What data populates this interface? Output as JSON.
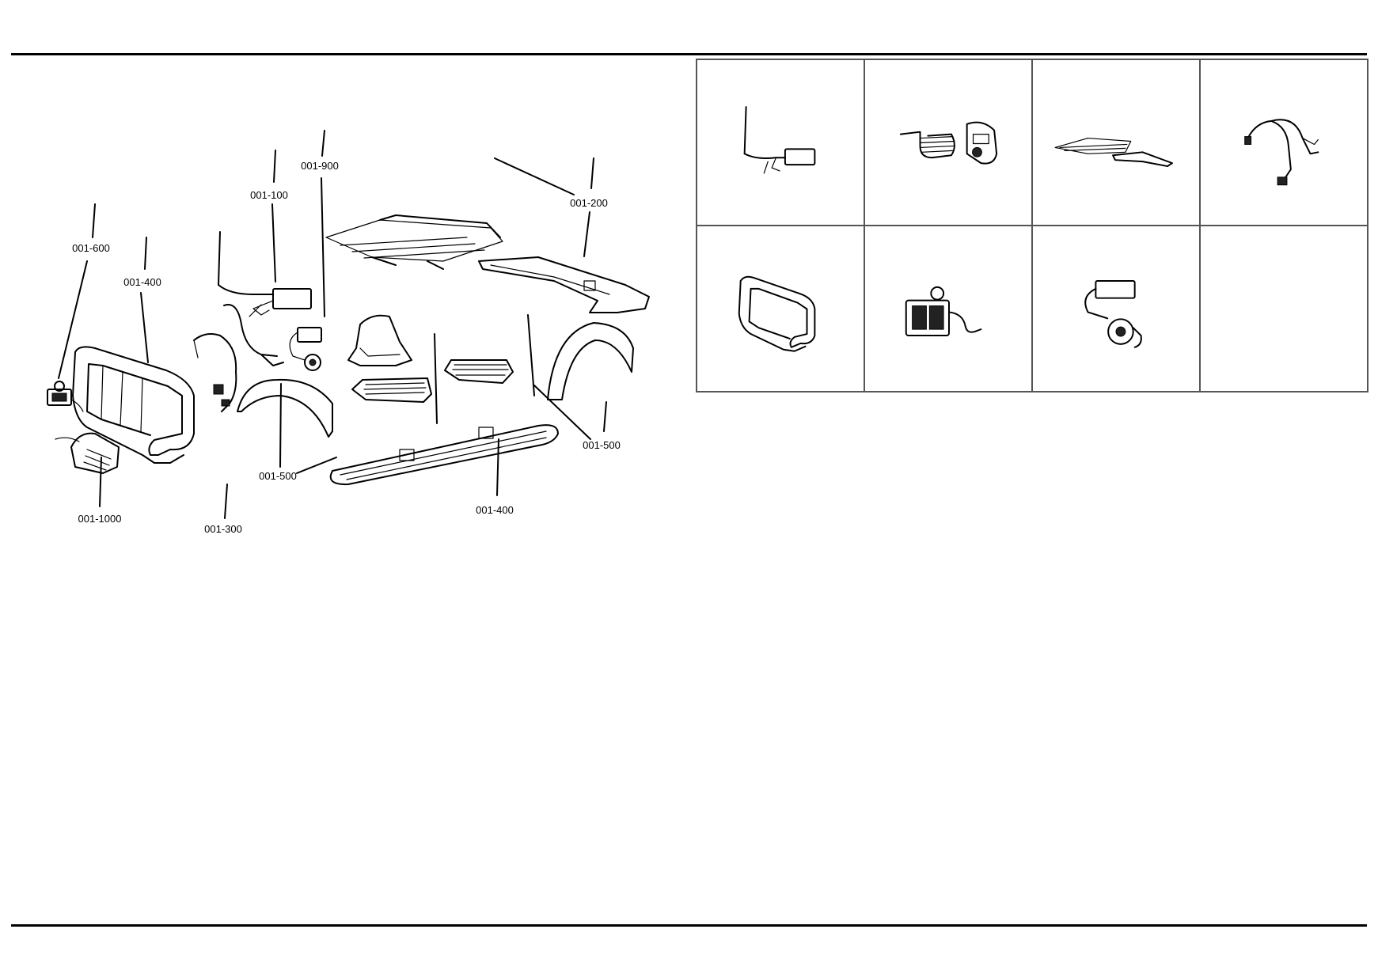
{
  "callouts": {
    "c_001_100": "001-100",
    "c_001_900": "001-900",
    "c_001_200": "001-200",
    "c_001_600": "001-600",
    "c_001_400_left": "001-400",
    "c_001_500_left": "001-500",
    "c_001_500_right": "001-500",
    "c_001_1000": "001-1000",
    "c_001_300": "001-300",
    "c_001_400_bottom": "001-400"
  },
  "thumbnails": [
    {
      "icon": "antenna-module-icon"
    },
    {
      "icon": "heater-coil-icon"
    },
    {
      "icon": "roof-rack-icon"
    },
    {
      "icon": "wiring-harness-icon"
    },
    {
      "icon": "grille-guard-icon"
    },
    {
      "icon": "fog-lamp-icon"
    },
    {
      "icon": "module-sensor-icon"
    },
    {
      "icon": "empty-cell"
    }
  ]
}
